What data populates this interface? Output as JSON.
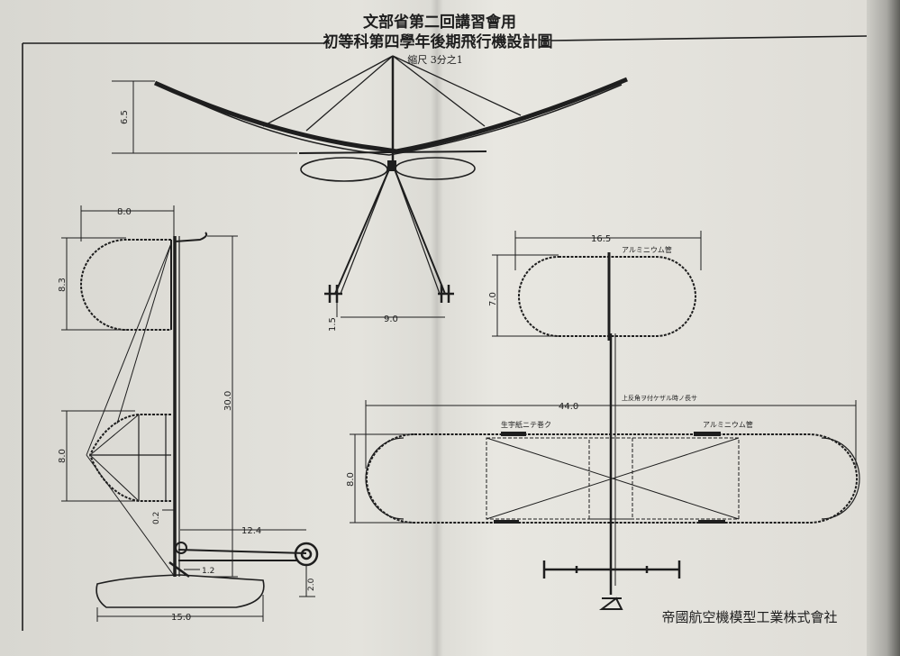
{
  "title": {
    "line1": "文部省第二回講習會用",
    "line2": "初等科第四學年後期飛行機設計圖",
    "scale": "縮尺 3分之1"
  },
  "publisher": "帝國航空機模型工業株式會社",
  "front_view": {
    "dim_height": "6.5",
    "dim_wheel_height": "1.5",
    "dim_track": "9.0"
  },
  "side_view": {
    "dim_elevator_width": "8.0",
    "dim_elevator_height": "8.3",
    "dim_wing_height": "8.0",
    "dim_length": "30.0",
    "dim_gap": "0.2",
    "dim_wheel_offset": "12.4",
    "dim_skid": "1.2",
    "dim_wheel_drop": "2.0",
    "dim_base": "15.0"
  },
  "top_view": {
    "dim_elevator_span": "16.5",
    "dim_elevator_chord": "7.0",
    "dim_wing_span": "44.0",
    "dim_wing_chord": "8.0",
    "label_aluminium_1": "アルミニウム管",
    "label_aluminium_2": "アルミニウム管",
    "label_paper": "生宇紙ニテ巻ク",
    "label_note": "上反角ヲ付ケザル時ノ長サ"
  }
}
